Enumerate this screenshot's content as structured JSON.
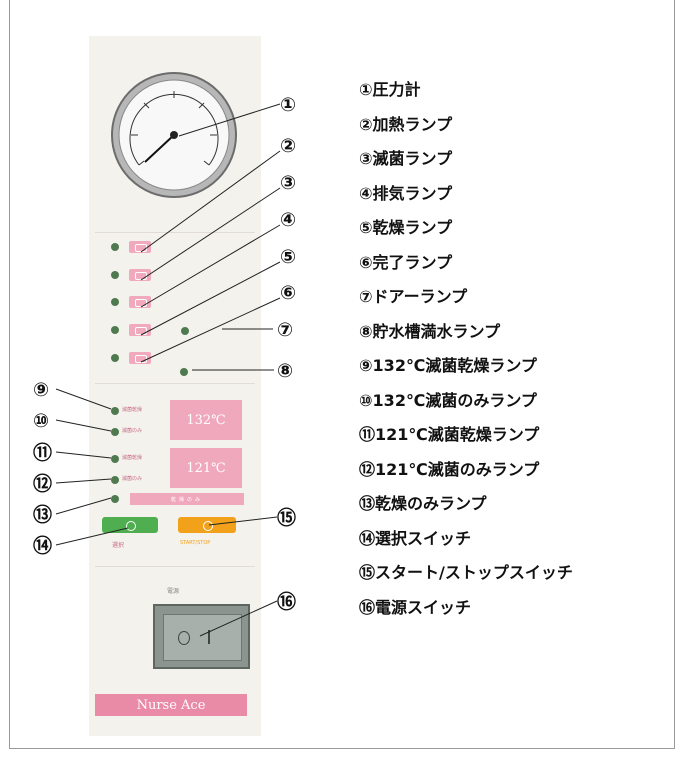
{
  "legend": [
    "①圧力計",
    "②加熱ランプ",
    "③滅菌ランプ",
    "④排気ランプ",
    "⑤乾燥ランプ",
    "⑥完了ランプ",
    "⑦ドアーランプ",
    "⑧貯水槽満水ランプ",
    "⑨132℃滅菌乾燥ランプ",
    "⑩132℃滅菌のみランプ",
    "⑪121℃滅菌乾燥ランプ",
    "⑫121℃滅菌のみランプ",
    "⑬乾燥のみランプ",
    "⑭選択スイッチ",
    "⑮スタート/ストップスイッチ",
    "⑯電源スイッチ"
  ],
  "callouts": [
    "①",
    "②",
    "③",
    "④",
    "⑤",
    "⑥",
    "⑦",
    "⑧",
    "⑨",
    "⑩",
    "⑪",
    "⑫",
    "⑬",
    "⑭",
    "⑮",
    "⑯"
  ],
  "panel": {
    "temp_132": "132℃",
    "temp_121": "121℃",
    "brand": "Nurse Ace"
  },
  "colors": {
    "lamp_green": "#4f7a4f",
    "panel_pink": "#f0a8bc",
    "select_green": "#4fae4f",
    "start_orange": "#f2a11b"
  }
}
